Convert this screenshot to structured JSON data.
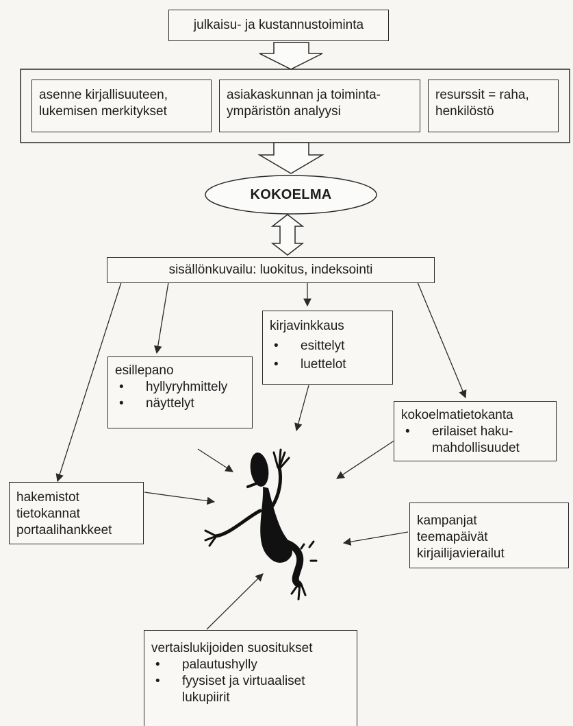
{
  "diagram": {
    "top_box": "julkaisu- ja kustannustoiminta",
    "factors": [
      {
        "lines": [
          "asenne kirjallisuuteen,",
          "lukemisen merkitykset"
        ]
      },
      {
        "lines": [
          "asiakaskunnan ja toiminta-",
          "ympäristön analyysi"
        ]
      },
      {
        "lines": [
          "resurssit = raha,",
          "henkilöstö"
        ]
      }
    ],
    "center": "KOKOELMA",
    "content_description": "sisällönkuvailu: luokitus, indeksointi",
    "kirjavinkkaus": {
      "title": "kirjavinkkaus",
      "items": [
        "esittelyt",
        "luettelot"
      ]
    },
    "esillepano": {
      "title": "esillepano",
      "items": [
        "hyllyryhmittely",
        "näyttelyt"
      ]
    },
    "kokoelmatietokanta": {
      "title": "kokoelmatietokanta",
      "items": [
        "erilaiset haku-",
        "mahdollisuudet"
      ]
    },
    "hakemistot": {
      "lines": [
        "hakemistot",
        "tietokannat",
        "portaalihankkeet"
      ]
    },
    "kampanjat": {
      "lines": [
        "kampanjat",
        "teemapäivät",
        "kirjailijavierailut"
      ]
    },
    "vertais": {
      "title": "vertaislukijoiden suositukset",
      "items": [
        "palautushylly",
        "fyysiset ja virtuaaliset",
        "lukupiirit"
      ]
    }
  }
}
